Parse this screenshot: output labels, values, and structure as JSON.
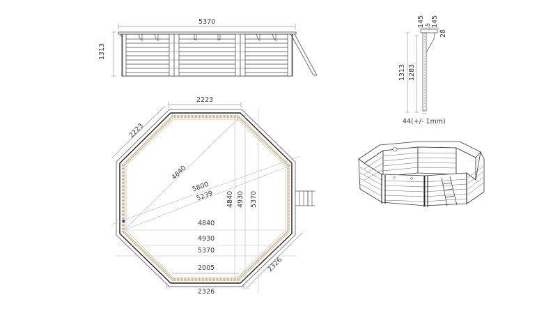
{
  "elevation_view": {
    "width_label": "5370",
    "height_label": "1313"
  },
  "section_detail": {
    "top_left_label": "145",
    "top_mid_label": "5",
    "top_right_label": "145",
    "side_label": "28",
    "total_height_label": "1313",
    "wall_height_label": "1283",
    "thickness_label": "44(+/- 1mm)"
  },
  "plan_view": {
    "top_edge_label": "2223",
    "top_left_edge_label": "2223",
    "diagonal_inner_label": "4840",
    "diagonal_span_label": "5800",
    "diagonal_span_inner_label": "5239",
    "vertical_labels": [
      "4840",
      "4930",
      "5370"
    ],
    "horizontal_labels": [
      "4840",
      "4930",
      "5370"
    ],
    "bottom_inner_label": "2005",
    "bottom_outer_label": "2326",
    "bottom_right_edge_label": "2326"
  },
  "isometric_view": {
    "caption": ""
  },
  "colors": {
    "wood": "#c9b08a",
    "line": "#1e1e1e",
    "dimension": "#9a9a9a",
    "text": "#3a3a3a"
  }
}
